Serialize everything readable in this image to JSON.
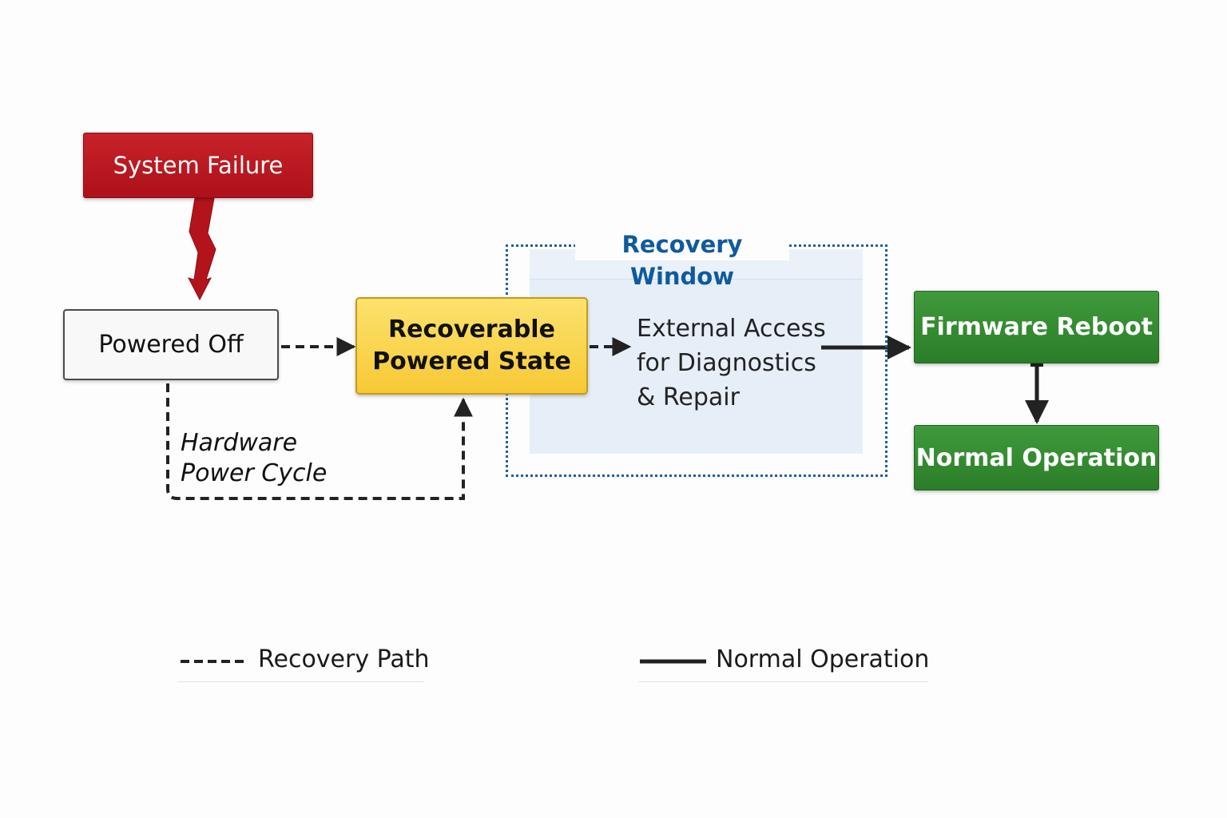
{
  "nodes": {
    "system_failure": "System Failure",
    "powered_off": "Powered Off",
    "recoverable_line1": "Recoverable",
    "recoverable_line2": "Powered State",
    "firmware_reboot": "Firmware Reboot",
    "normal_operation": "Normal Operation"
  },
  "recovery_window": {
    "title": "Recovery Window",
    "text_line1": "External Access",
    "text_line2": "for Diagnostics",
    "text_line3": "& Repair"
  },
  "edge_labels": {
    "hardware_line1": "Hardware",
    "hardware_line2": "Power Cycle"
  },
  "legend": {
    "dashed_label": "Recovery Path",
    "solid_label": "Normal Operation"
  },
  "colors": {
    "failure_red": "#b3141c",
    "recoverable_yellow": "#f9d54b",
    "window_blue": "#1f5f9b",
    "success_green": "#2f852b",
    "connector_dark": "#222222"
  }
}
